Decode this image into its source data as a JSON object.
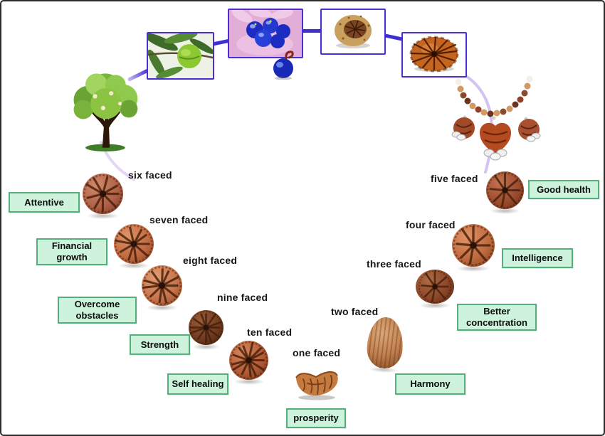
{
  "colors": {
    "benefit-fill": "#cdf3dd",
    "benefit-border": "#54af7d",
    "connector": "#3b2fd6",
    "photo-frame": "#4b2ed6",
    "cycle-arc": "#d6c4f4"
  },
  "lifecycle_stages": [
    {
      "icon": "rudraksha-tree-image"
    },
    {
      "icon": "unripe-fruit-photo"
    },
    {
      "icon": "blue-berries-in-hand-photo"
    },
    {
      "icon": "dried-bead-photo"
    },
    {
      "icon": "rudraksha-bead-photo"
    },
    {
      "icon": "rudraksha-necklace-image"
    }
  ],
  "beads": [
    {
      "faces": 1,
      "label": "one faced",
      "benefit": "prosperity"
    },
    {
      "faces": 2,
      "label": "two faced",
      "benefit": "Harmony"
    },
    {
      "faces": 3,
      "label": "three faced",
      "benefit": "Better concentration"
    },
    {
      "faces": 4,
      "label": "four faced",
      "benefit": "Intelligence"
    },
    {
      "faces": 5,
      "label": "five faced",
      "benefit": "Good health"
    },
    {
      "faces": 6,
      "label": "six faced",
      "benefit": "Attentive"
    },
    {
      "faces": 7,
      "label": "seven faced",
      "benefit": "Financial growth"
    },
    {
      "faces": 8,
      "label": "eight faced",
      "benefit": "Overcome obstacles"
    },
    {
      "faces": 9,
      "label": "nine faced",
      "benefit": "Strength"
    },
    {
      "faces": 10,
      "label": "ten faced",
      "benefit": "Self healing"
    }
  ]
}
